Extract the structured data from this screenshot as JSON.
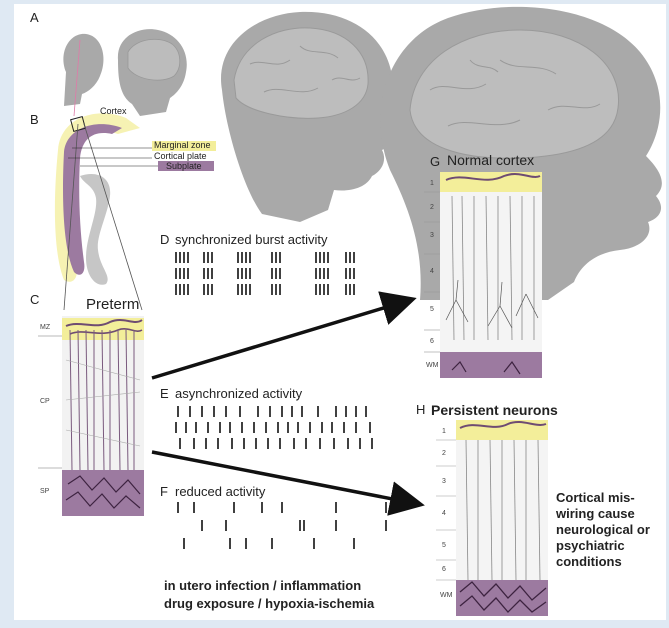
{
  "panels": {
    "A": "A",
    "B": "B",
    "C": "C",
    "D": "D",
    "E": "E",
    "F": "F",
    "G": "G",
    "H": "H"
  },
  "labels": {
    "cortex": "Cortex",
    "marginal_zone": "Marginal zone",
    "cortical_plate": "Cortical plate",
    "subplate": "Subplate",
    "preterm": "Preterm",
    "mz": "MZ",
    "cp": "CP",
    "sp": "SP",
    "normal_cortex": "Normal cortex",
    "persistent_neurons": "Persistent neurons",
    "wm": "WM",
    "synchronized": "synchronized burst activity",
    "asynchronized": "asynchronized activity",
    "reduced": "reduced activity",
    "miswiring": "Cortical mis-\nwiring cause\nneurological or\npsychiatric\nconditions",
    "insults_line1": "in utero infection / inflammation",
    "insults_line2": "drug exposure / hypoxia-ischemia"
  },
  "layer_numbers": [
    "1",
    "2",
    "3",
    "4",
    "5",
    "6"
  ],
  "colors": {
    "background": "#dfe9f3",
    "head_silhouette": "#a9a9a9",
    "marginal_zone": "#f3ee9a",
    "subplate": "#9c7aa0",
    "subplate_dark": "#6e4c72",
    "cortex_panel": "#f4f4f4",
    "arrow": "#111111"
  }
}
